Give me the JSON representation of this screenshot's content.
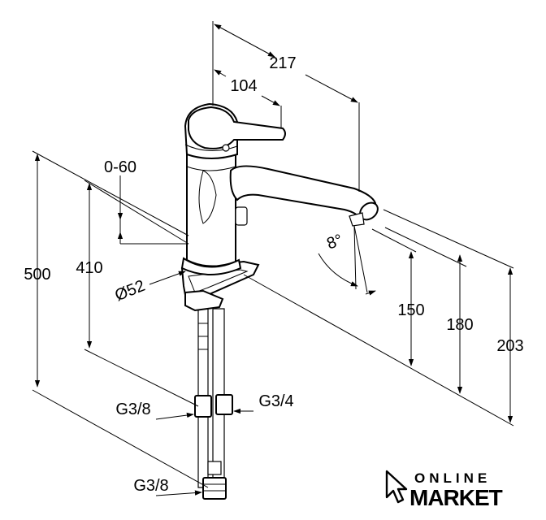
{
  "dimensions": {
    "overall_reach": "217",
    "handle_reach": "104",
    "handle_angle": "0-60",
    "base_diameter": "Ø52",
    "spout_angle": "8°",
    "total_height": "500",
    "body_height": "410",
    "outlet_height_1": "150",
    "outlet_height_2": "180",
    "outlet_height_3": "203",
    "connection_left": "G3/8",
    "connection_right": "G3/4",
    "connection_bottom": "G3/8"
  },
  "logo": {
    "line1": "ONLINE",
    "line2": "MARKET"
  }
}
